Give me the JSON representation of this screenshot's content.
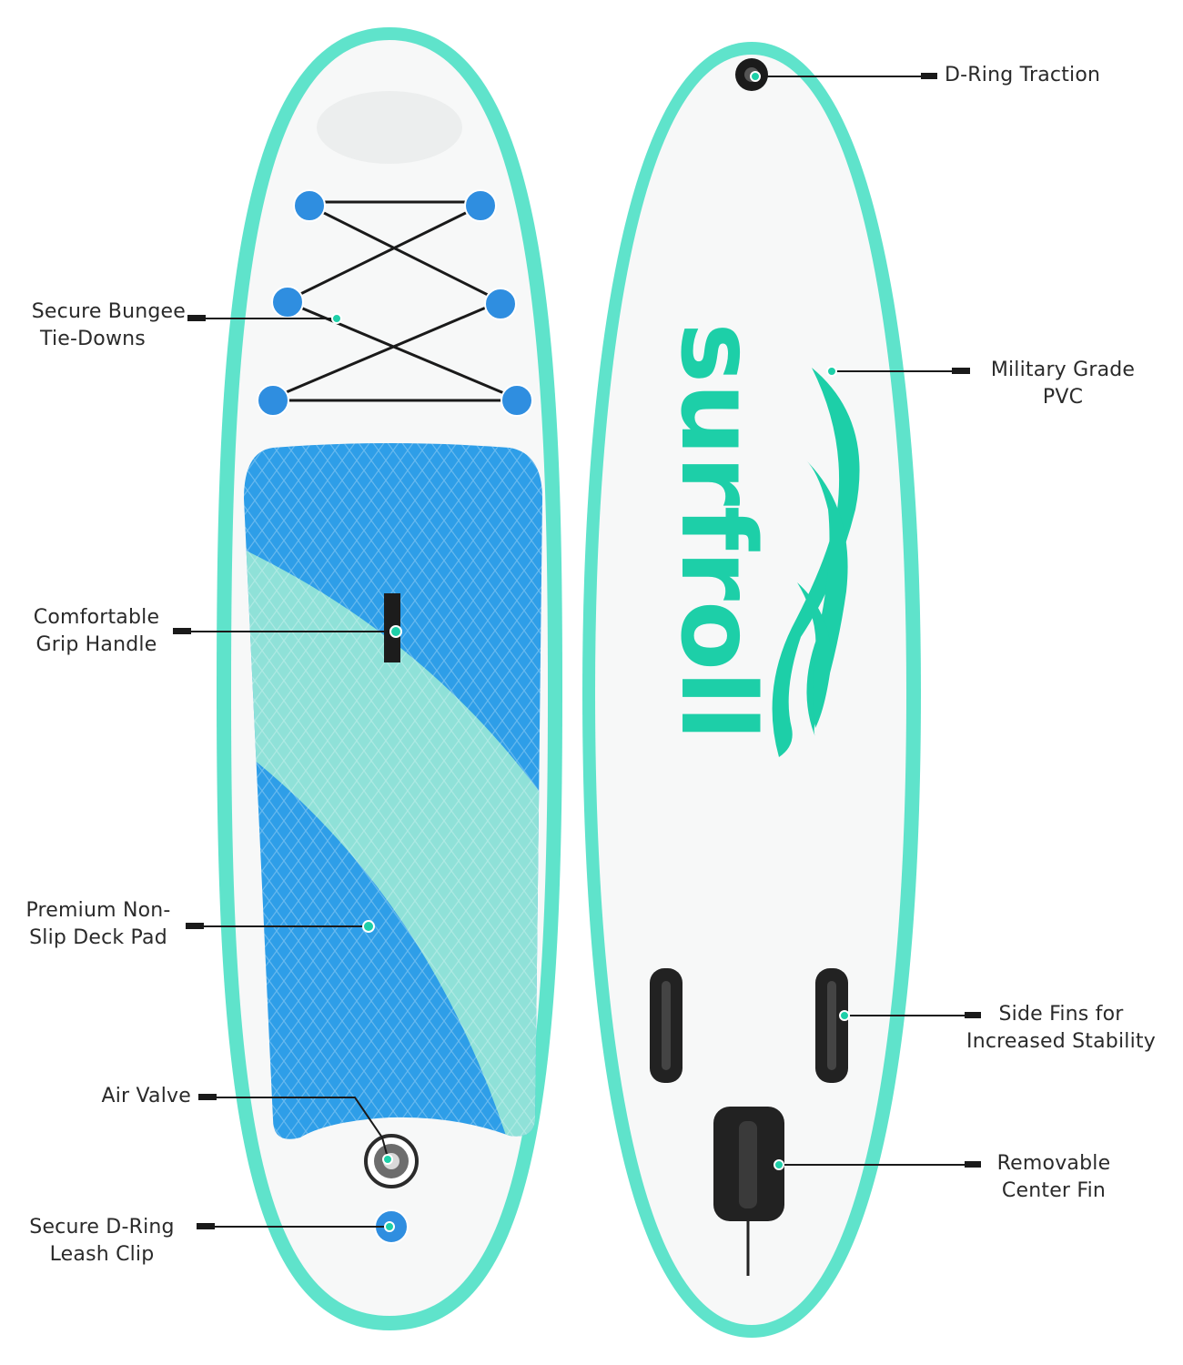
{
  "brand": {
    "logo_text": "surfroll",
    "accent": "#1dcfa8",
    "rail_color": "#5fe3cb",
    "pad_blue": "#2e9ee8",
    "pad_mint": "#8fe1d8",
    "dring_blue": "#2f8ee0",
    "fin_black": "#222222"
  },
  "callouts": {
    "bungee": {
      "line1": "Secure Bungee",
      "line2": "Tie-Downs"
    },
    "grip": {
      "line1": "Comfortable",
      "line2": "Grip Handle"
    },
    "deck_pad": {
      "line1": "Premium Non-",
      "line2": "Slip Deck Pad"
    },
    "air_valve": {
      "line1": "Air Valve"
    },
    "leash": {
      "line1": "Secure D-Ring",
      "line2": "Leash Clip"
    },
    "dring_traction": {
      "line1": "D-Ring Traction"
    },
    "pvc": {
      "line1": "Military Grade",
      "line2": "PVC"
    },
    "side_fins": {
      "line1": "Side Fins for",
      "line2": "Increased Stability"
    },
    "center_fin": {
      "line1": "Removable",
      "line2": "Center Fin"
    }
  }
}
